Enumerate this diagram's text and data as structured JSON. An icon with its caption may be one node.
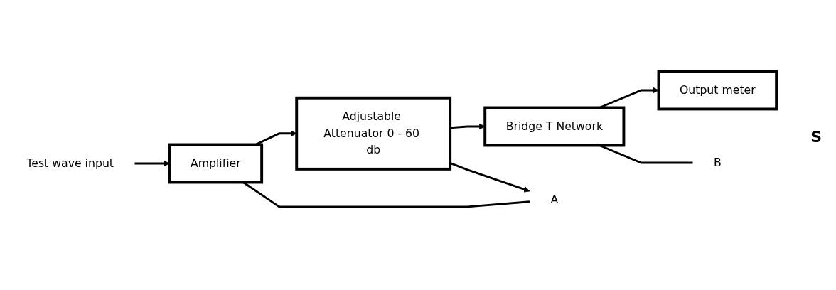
{
  "diagram": {
    "nodes": [
      {
        "text": [
          "Test wave input"
        ]
      },
      {
        "text": [
          "Amplifier"
        ]
      },
      {
        "text": [
          "Adjustable Attenuator 0 - 60 db"
        ]
      },
      {
        "text": [
          "Bridge T Network"
        ]
      },
      {
        "text": [
          "Output meter"
        ]
      },
      {
        "text": [
          "A"
        ]
      },
      {
        "text": [
          "B"
        ]
      }
    ],
    "edges": [
      {
        "from": 0,
        "to": 1,
        "arrow": "to"
      },
      {
        "from": 1,
        "to": 2,
        "arrow": "to"
      },
      {
        "from": 2,
        "to": 3,
        "arrow": "to"
      },
      {
        "from": 3,
        "to": 4,
        "arrow": "to"
      },
      {
        "from": 1,
        "to": 5,
        "arrow": "none"
      },
      {
        "from": 2,
        "to": 5,
        "arrow": "to"
      },
      {
        "from": 3,
        "to": 6,
        "arrow": "none"
      }
    ],
    "labels": [
      "S"
    ]
  }
}
